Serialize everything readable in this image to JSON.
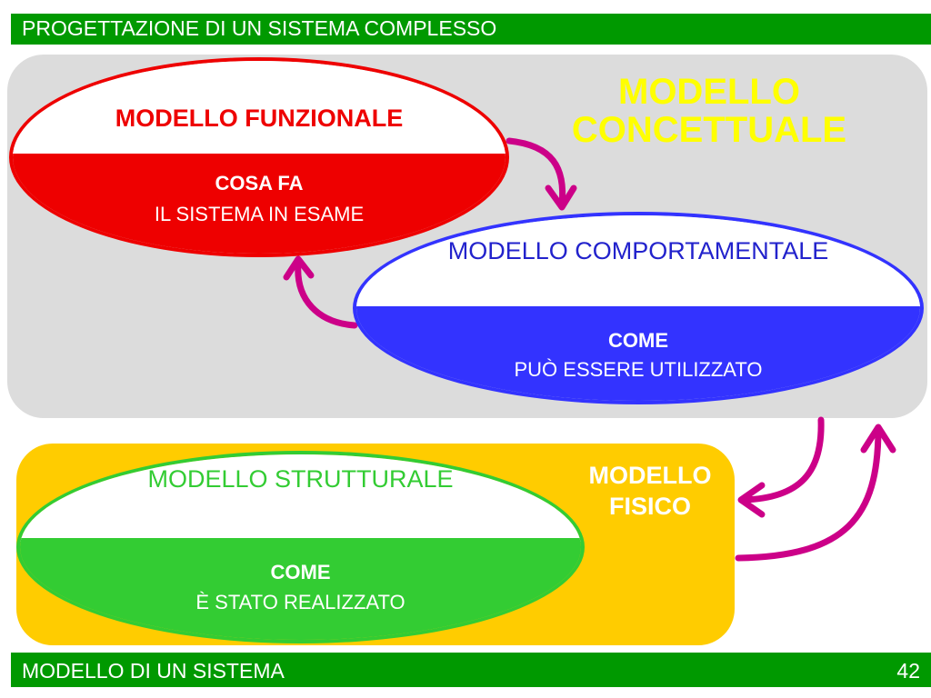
{
  "header": {
    "title": "PROGETTAZIONE DI UN SISTEMA COMPLESSO"
  },
  "footer": {
    "title": "MODELLO DI UN SISTEMA",
    "page_number": "42"
  },
  "conceptual": {
    "label": "MODELLO CONCETTUALE",
    "functional": {
      "title": "MODELLO FUNZIONALE",
      "line1": "COSA FA",
      "line2": "IL SISTEMA IN ESAME"
    },
    "behavioral": {
      "title": "MODELLO COMPORTAMENTALE",
      "line1": "COME",
      "line2": "PUÒ ESSERE UTILIZZATO"
    }
  },
  "physical": {
    "label": "MODELLO FISICO",
    "structural": {
      "title": "MODELLO STRUTTURALE",
      "line1": "COME",
      "line2": "È STATO REALIZZATO"
    }
  },
  "colors": {
    "bar": "#009900",
    "functional": "#ee0000",
    "behavioral": "#3333ff",
    "structural": "#33cc33",
    "conceptual_bg": "#dcdcdc",
    "physical_bg": "#ffcc00",
    "arrow": "#cc0088"
  }
}
